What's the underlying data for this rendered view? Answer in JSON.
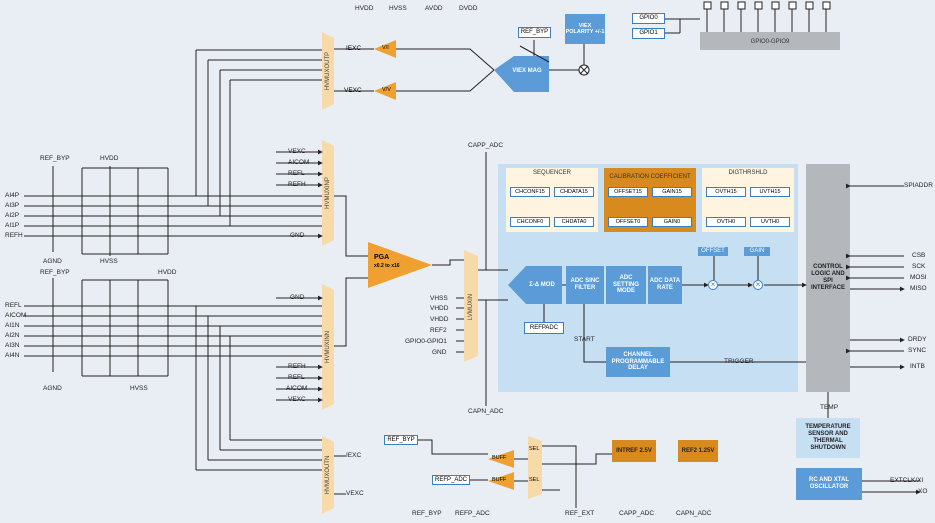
{
  "supplies": [
    "HVDD",
    "HVSS",
    "AVDD",
    "DVDD"
  ],
  "gpio": {
    "pins": [
      "GPIO0",
      "GPIO1"
    ],
    "bus": "GPIO0-GPIO9"
  },
  "viex": {
    "polarity": "VIEX POLARITY +/-1",
    "mag": "VIEX MAG",
    "ref_byp": "REF_BYP",
    "i_src": "V/I",
    "v_src": "V/V",
    "iexc": "IEXC",
    "vexc": "VEXC"
  },
  "mux": {
    "top": "HVMUXOUTP",
    "p": "HVMUXINP",
    "n": "HVMUXINN",
    "bottom": "HVMUXOUTN",
    "lv": "LVMUXIN"
  },
  "left_p": {
    "ref_byp": "REF_BYP",
    "hvdd": "HVDD",
    "inputs": [
      "AI4P",
      "AI3P",
      "AI2P",
      "AI1P",
      "REFH"
    ],
    "agnd": "AGND",
    "hvss": "HVSS"
  },
  "left_n": {
    "ref_byp": "REF_BYP",
    "hvdd": "HVDD",
    "inputs": [
      "REFL",
      "AICOM",
      "AI1N",
      "AI2N",
      "AI3N",
      "AI4N"
    ],
    "agnd": "AGND",
    "hvss": "HVSS"
  },
  "inp_side": [
    "VEXC",
    "AICOM",
    "REFL",
    "REFH",
    "GND"
  ],
  "inn_side": [
    "GND",
    "REFH",
    "REFL",
    "AICOM",
    "VEXC"
  ],
  "pga": {
    "title": "PGA",
    "gain": "x0.2 to x16"
  },
  "lv_inputs": [
    "VHSS",
    "VHDD",
    "VHDD",
    "REF2",
    "GPIO0-GPIO1",
    "GND"
  ],
  "capp_adc": "CAPP_ADC",
  "capn_adc": "CAPN_ADC",
  "sequencer": {
    "title": "SEQUENCER",
    "cells": [
      "CHCONF15",
      "CHDATA15",
      "CHCONF0",
      "CHDATA0"
    ]
  },
  "calibration": {
    "title": "CALIBRATION COEFFICIENT",
    "cells": [
      "OFFSET15",
      "GAIN15",
      "OFFSET0",
      "GAIN0"
    ]
  },
  "digthrshld": {
    "title": "DIGTHRSHLD",
    "cells": [
      "OVTH15",
      "UVTH15",
      "OVTH0",
      "UVTH0"
    ]
  },
  "chain": {
    "mod": "Σ-Δ MOD",
    "sinc": "ADC SINC FILTER",
    "setting": "ADC SETTING MODE",
    "rate": "ADC DATA RATE",
    "offset": "OFFSET",
    "gain": "GAIN",
    "refpadc": "REFPADC",
    "start": "START",
    "delay": "CHANNEL PROGRAMMABLE DELAY",
    "trigger": "TRIGGER"
  },
  "control": {
    "title": "CONTROL LOGIC AND SPI INTERFACE",
    "right": [
      "SPIADDR",
      "CSB",
      "SCK",
      "MOSI",
      "MISO",
      "DRDY",
      "SYNC",
      "INTB"
    ],
    "temp": "TEMP"
  },
  "temp_block": "TEMPERATURE SENSOR AND THERMAL SHUTDOWN",
  "osc_block": "RC AND XTAL OSCILLATOR",
  "osc_pins": [
    "EXTCLK/XI",
    "XO"
  ],
  "bottom": {
    "ref_byp": "REF_BYP",
    "refp_adc": "REFP_ADC",
    "buff": "BUFF",
    "sel": "SEL",
    "intref": "INTREF 2.5V",
    "ref2": "REF2 1.25V",
    "iexc": "IEXC",
    "vexc": "VEXC",
    "labels": [
      "REF_BYP",
      "REFP_ADC",
      "REF_EXT",
      "CAPP_ADC",
      "CAPN_ADC"
    ]
  },
  "colors": {
    "bg": "#e9eef5",
    "blue": "#5a9bd8",
    "lightblue": "#c7dff3",
    "orange": "#f0a030",
    "mux": "#f8d9a8",
    "gray": "#b4b8bd"
  }
}
